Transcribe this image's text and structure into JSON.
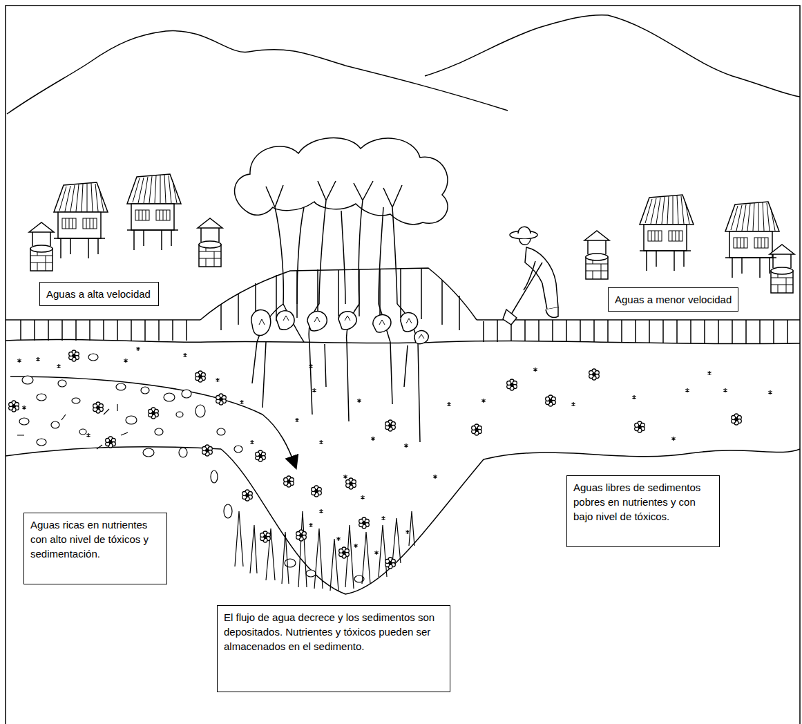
{
  "diagram": {
    "nodes": [
      {
        "text": [
          "Aguas a alta velocidad"
        ]
      },
      {
        "text": [
          "Aguas a menor velocidad"
        ]
      },
      {
        "text": [
          "Aguas libres de sedimentos pobres en nutrientes y con bajo nivel de tóxicos."
        ]
      },
      {
        "text": [
          "Aguas ricas en nutrientes con alto nivel de tóxicos y sedimentación."
        ]
      },
      {
        "text": [
          "El flujo de agua decrece y los sedimentos son depositados. Nutrientes y tóxicos pueden ser almacenados en el sedimento."
        ]
      }
    ]
  }
}
